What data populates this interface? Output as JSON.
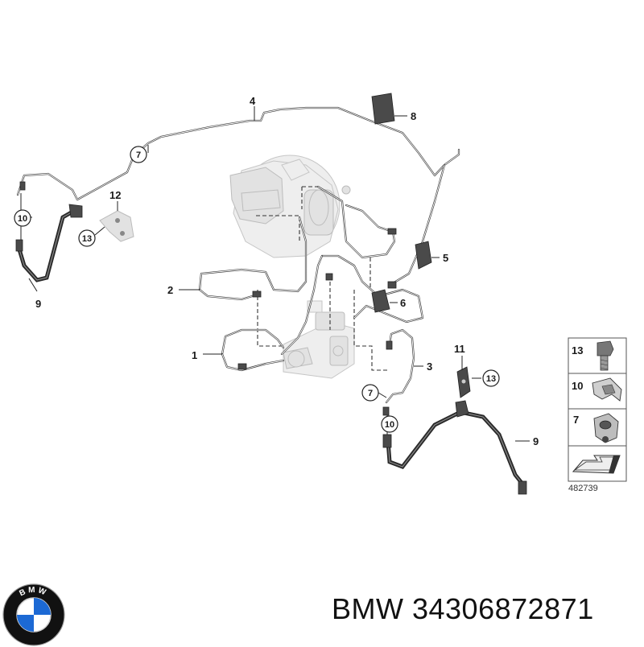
{
  "callouts": {
    "c1": "1",
    "c2": "2",
    "c3": "3",
    "c4": "4",
    "c5": "5",
    "c6": "6",
    "c8": "8",
    "c9_left": "9",
    "c9_right": "9",
    "c11": "11",
    "c12": "12"
  },
  "circled": {
    "c7_top": "7",
    "c7_bottom": "7",
    "c10_left": "10",
    "c10_right": "10",
    "c13_left": "13",
    "c13_right": "13"
  },
  "legend": {
    "items": [
      {
        "number": "13",
        "icon": "bolt-icon"
      },
      {
        "number": "10",
        "icon": "bracket-clip-icon"
      },
      {
        "number": "7",
        "icon": "pipe-clip-icon"
      },
      {
        "number": "",
        "icon": "arrow-indicator-icon"
      }
    ]
  },
  "diagram_id": "482739",
  "brand": {
    "logo_letters": "BMW",
    "text": "BMW 34306872871"
  },
  "colors": {
    "line": "#3a3a3a",
    "ghost": "#eeeeee",
    "bmw_blue": "#1c69d4",
    "logo_ring": "#111111"
  }
}
